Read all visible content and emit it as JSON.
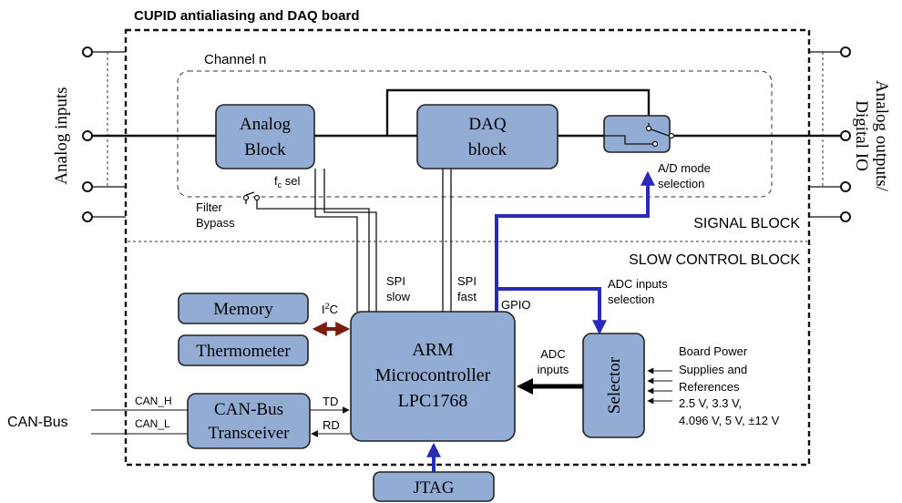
{
  "title": "CUPID antialiasing and DAQ board",
  "side_labels": {
    "left": "Analog inputs",
    "right_line1": "Analog outputs/",
    "right_line2": "Digital IO",
    "bus": "CAN-Bus"
  },
  "regions": {
    "channel": "Channel n",
    "signal": "SIGNAL BLOCK",
    "slow_control": "SLOW CONTROL BLOCK"
  },
  "blocks": {
    "analog_line1": "Analog",
    "analog_line2": "Block",
    "daq_line1": "DAQ",
    "daq_line2": "block",
    "memory": "Memory",
    "thermometer": "Thermometer",
    "arm_line1": "ARM",
    "arm_line2": "Microcontroller",
    "arm_line3": "LPC1768",
    "selector": "Selector",
    "can_line1": "CAN-Bus",
    "can_line2": "Transceiver",
    "jtag": "JTAG"
  },
  "labels": {
    "fc_main": "f",
    "fc_sub": "c",
    "fc_rest": " sel",
    "filter": "Filter",
    "bypass": "Bypass",
    "ad_mode_1": "A/D mode",
    "ad_mode_2": "selection",
    "spi_slow_1": "SPI",
    "spi_slow_2": "slow",
    "spi_fast_1": "SPI",
    "spi_fast_2": "fast",
    "gpio": "GPIO",
    "adc_sel_1": "ADC inputs",
    "adc_sel_2": "selection",
    "i2c_main": "I",
    "i2c_sup": "2",
    "i2c_rest": "C",
    "adc_in_1": "ADC",
    "adc_in_2": "inputs",
    "td": "TD",
    "rd": "RD",
    "can_h": "CAN_H",
    "can_l": "CAN_L",
    "power_1": "Board Power",
    "power_2": "Supplies and",
    "power_3": "References",
    "power_4": "2.5 V, 3.3 V,",
    "power_5": "4.096 V, 5 V, ±12 V"
  },
  "colors": {
    "block_fill": "#92acd4",
    "gpio_line": "#2a2ab8",
    "i2c_arrow": "#7a1d10"
  }
}
